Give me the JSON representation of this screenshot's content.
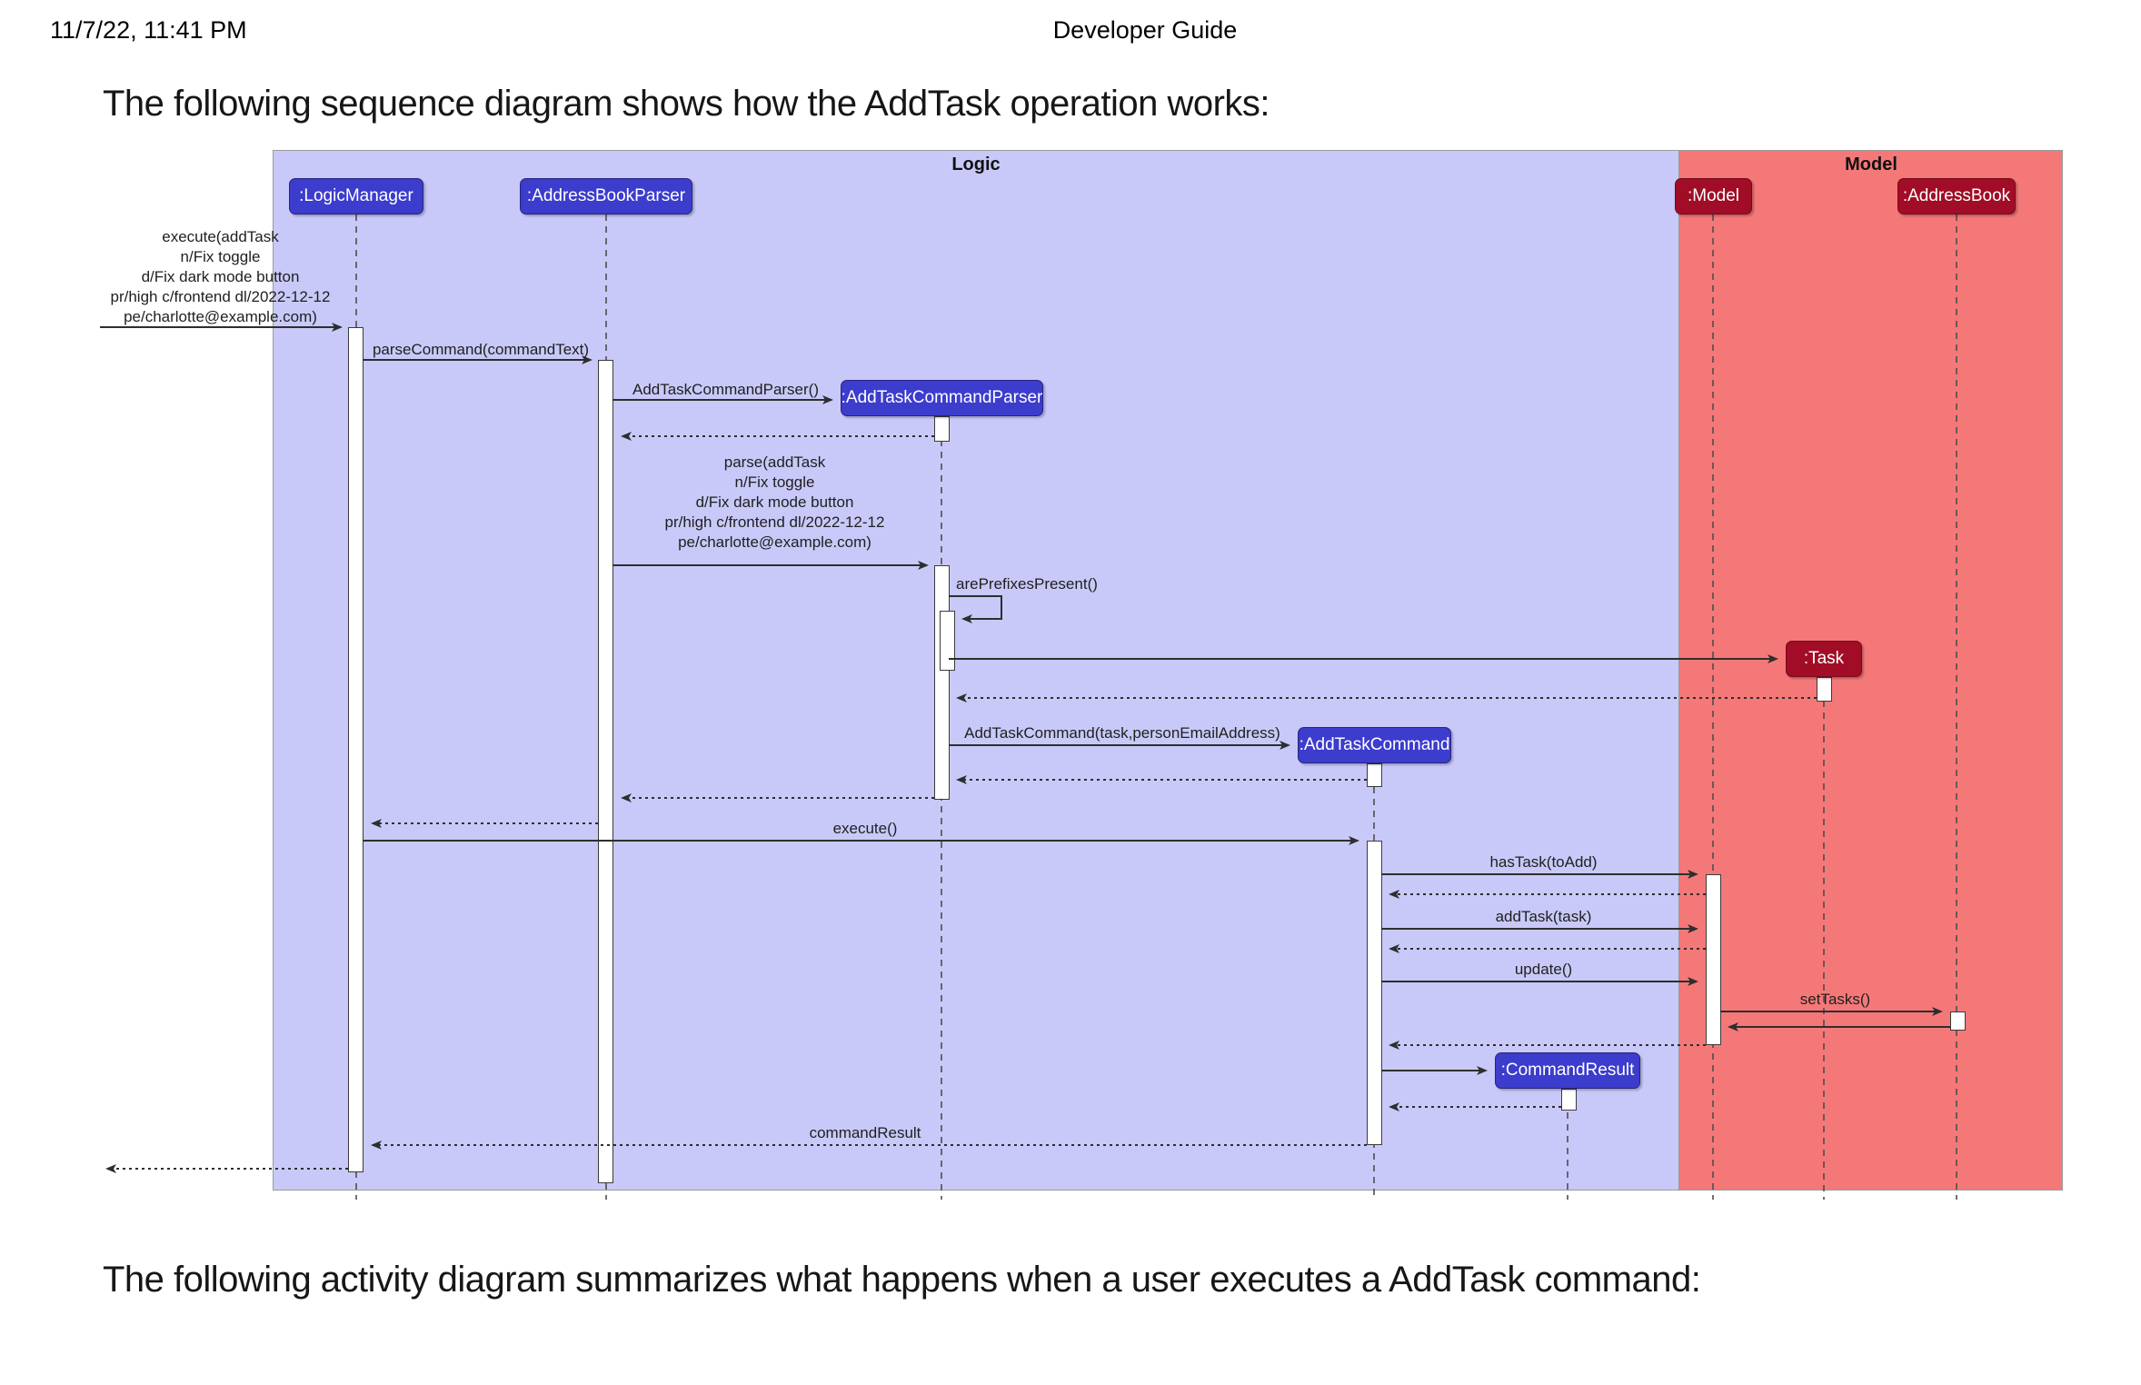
{
  "page": {
    "printed_date": "11/7/22, 11:41 PM",
    "doc_title": "Developer Guide",
    "intro_heading": "The following sequence diagram shows how the AddTask operation works:",
    "outro_heading": "The following activity diagram summarizes what happens when a user executes a AddTask command:"
  },
  "diagram": {
    "frames": [
      {
        "label": "Logic",
        "bg": "#c9c9f9"
      },
      {
        "label": "Model",
        "bg": "#f57878"
      }
    ],
    "participants": [
      {
        "label": ":LogicManager",
        "group": "Logic"
      },
      {
        "label": ":AddressBookParser",
        "group": "Logic"
      },
      {
        "label": ":AddTaskCommandParser",
        "group": "Logic",
        "created_during_sequence": true
      },
      {
        "label": ":AddTaskCommand",
        "group": "Logic",
        "created_during_sequence": true
      },
      {
        "label": ":CommandResult",
        "group": "Logic",
        "created_during_sequence": true
      },
      {
        "label": ":Model",
        "group": "Model"
      },
      {
        "label": ":Task",
        "group": "Model",
        "created_during_sequence": true
      },
      {
        "label": ":AddressBook",
        "group": "Model"
      }
    ],
    "messages": {
      "execute_user": "execute(addTask\nn/Fix toggle\nd/Fix dark mode button\npr/high c/frontend dl/2022-12-12\npe/charlotte@example.com)",
      "parse_command": "parseCommand(commandText)",
      "new_parser": "AddTaskCommandParser()",
      "parse": "parse(addTask\nn/Fix toggle\nd/Fix dark mode button\npr/high c/frontend dl/2022-12-12\npe/charlotte@example.com)",
      "are_prefixes": "arePrefixesPresent()",
      "new_command": "AddTaskCommand(task,personEmailAddress)",
      "execute": "execute()",
      "has_task": "hasTask(toAdd)",
      "add_task": "addTask(task)",
      "update": "update()",
      "set_tasks": "setTasks()",
      "command_result": "commandResult"
    },
    "colors": {
      "logic_frame_bg": "#c9c9f9",
      "model_frame_bg": "#f57878",
      "logic_participant_bg": "#3c3ccd",
      "model_participant_bg": "#a10d26",
      "line": "#2e2e2e",
      "frame_border": "#9a9a9a"
    }
  }
}
